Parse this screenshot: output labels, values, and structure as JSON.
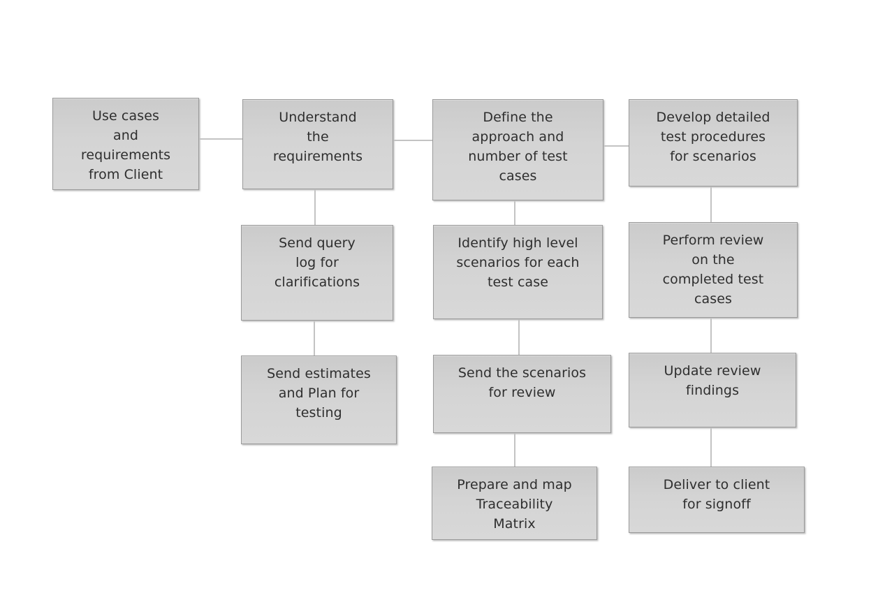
{
  "flowchart": {
    "description": "Testing process flow diagram",
    "colors": {
      "box_fill_top": "#cbcbcb",
      "box_fill_bottom": "#d8d8d8",
      "box_border": "#9a9a9a",
      "connector": "#c3c3c3",
      "text": "#2e2e2e",
      "background": "#ffffff"
    },
    "nodes": [
      {
        "id": "use-cases-requirements",
        "label": "Use cases\nand\nrequirements\nfrom Client"
      },
      {
        "id": "understand-requirements",
        "label": "Understand\nthe\nrequirements"
      },
      {
        "id": "define-approach",
        "label": "Define the\napproach and\nnumber of test\ncases"
      },
      {
        "id": "develop-test-procedures",
        "label": "Develop detailed\ntest procedures\nfor scenarios"
      },
      {
        "id": "send-query-log",
        "label": "Send query\nlog for\nclarifications"
      },
      {
        "id": "identify-scenarios",
        "label": "Identify high level\nscenarios for each\ntest case"
      },
      {
        "id": "perform-review",
        "label": "Perform review\non the\ncompleted test\ncases"
      },
      {
        "id": "send-estimates",
        "label": "Send estimates\nand Plan for\ntesting"
      },
      {
        "id": "send-scenarios-review",
        "label": "Send the scenarios\nfor review"
      },
      {
        "id": "update-review-findings",
        "label": "Update review\nfindings"
      },
      {
        "id": "prepare-traceability-matrix",
        "label": "Prepare and map\nTraceability\nMatrix"
      },
      {
        "id": "deliver-signoff",
        "label": "Deliver to client\nfor signoff"
      }
    ]
  }
}
